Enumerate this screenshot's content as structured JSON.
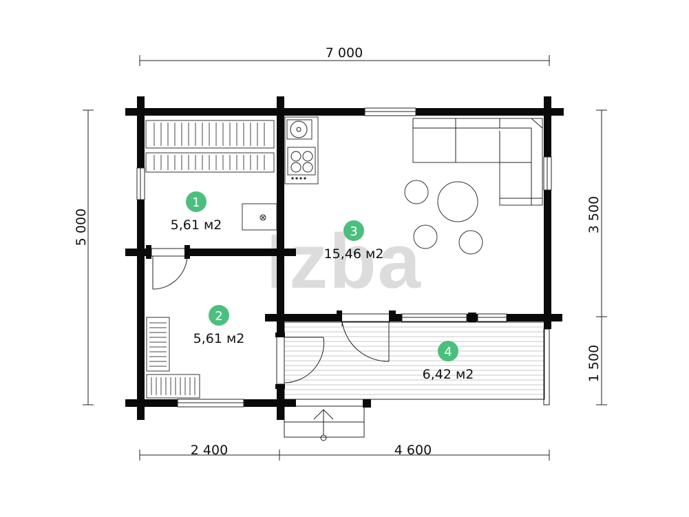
{
  "dimensions": {
    "total_width": "7 000",
    "total_depth": "5 000",
    "right_upper": "3 500",
    "right_lower": "1 500",
    "bottom_left": "2 400",
    "bottom_right": "4 600"
  },
  "rooms": [
    {
      "number": "1",
      "area": "5,61 м2"
    },
    {
      "number": "2",
      "area": "5,61 м2"
    },
    {
      "number": "3",
      "area": "15,46 м2"
    },
    {
      "number": "4",
      "area": "6,42 м2"
    }
  ],
  "watermark": "Izba",
  "colors": {
    "badge": "#4cbf7e",
    "wall": "#0a0a0a",
    "watermark": "#dcdcdc"
  }
}
